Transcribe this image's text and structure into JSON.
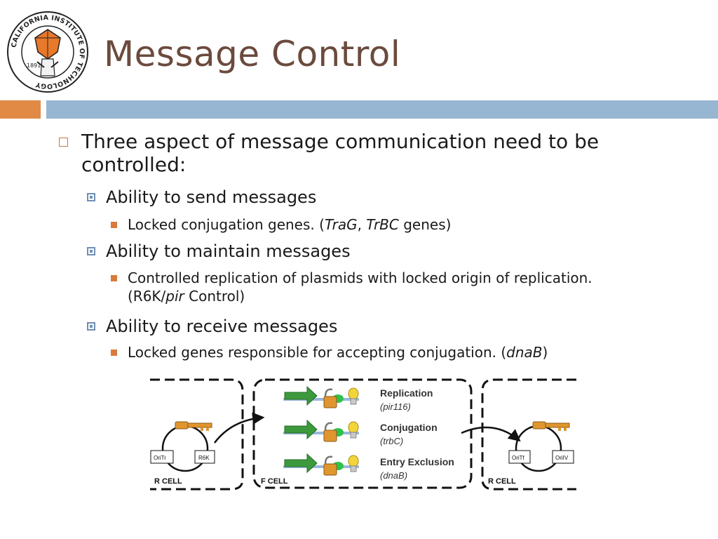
{
  "slide": {
    "title": "Message Control",
    "logo": {
      "ring_text": "CALIFORNIA INSTITUTE OF TECHNOLOGY",
      "year": "1891",
      "icon": "caltech-seal-icon"
    },
    "bullets": {
      "main": "Three aspect of message communication need to be controlled:",
      "send": {
        "label": "Ability to send messages",
        "detail_a": "Locked conjugation genes. (",
        "detail_b": "TraG",
        "detail_c": ", ",
        "detail_d": "TrBC",
        "detail_e": " genes)"
      },
      "maintain": {
        "label": "Ability to maintain messages",
        "detail_a": "Controlled replication of plasmids with locked origin of replication. (R6K/",
        "detail_b": "pir",
        "detail_c": " Control)"
      },
      "receive": {
        "label": "Ability to receive messages",
        "detail_a": "Locked genes responsible for accepting conjugation. (",
        "detail_b": "dnaB",
        "detail_c": ")"
      }
    }
  },
  "diagram": {
    "left_cell": {
      "label": "R CELL",
      "box1": "OriTr",
      "box2": "R6K"
    },
    "middle_cell": {
      "label": "F CELL",
      "rows": [
        {
          "title": "Replication",
          "gene": "(pir116)"
        },
        {
          "title": "Conjugation",
          "gene": "(trbC)"
        },
        {
          "title": "Entry Exclusion",
          "gene": "(dnaB)"
        }
      ]
    },
    "right_cell": {
      "label": "R CELL",
      "box1": "OriTf",
      "box2": "OriIV"
    },
    "colors": {
      "arrow_green": "#3c9a3c",
      "lock_orange": "#e0962e",
      "bulb_yellow": "#f3d43a",
      "key_orange": "#e0962e",
      "line_blue": "#9ab8dc"
    }
  }
}
